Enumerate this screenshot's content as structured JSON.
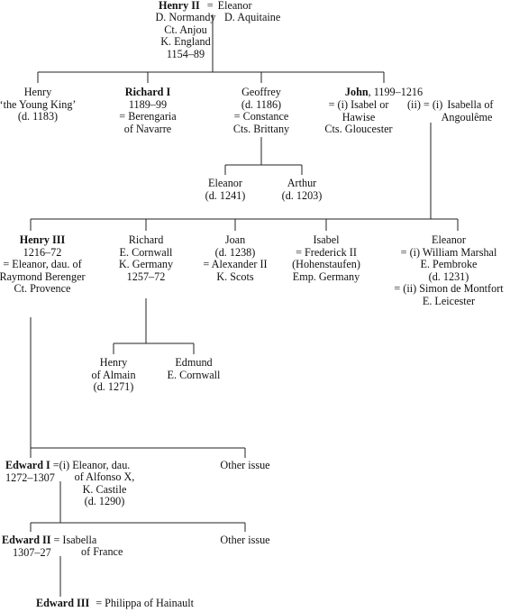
{
  "nodes": {
    "henry2": {
      "name": "Henry II",
      "eq": "=",
      "spouse": "Eleanor",
      "lines": [
        "D. Normandy",
        "Ct. Anjou",
        "K. England",
        "1154–89"
      ],
      "spouse_lines": [
        "D. Aquitaine"
      ]
    },
    "henry_young": {
      "lines": [
        "Henry",
        "‘the Young King’",
        "(d. 1183)"
      ]
    },
    "richard1": {
      "name": "Richard I",
      "lines": [
        "1189–99",
        "= Berengaria",
        "of Navarre"
      ]
    },
    "geoffrey": {
      "lines": [
        "Geoffrey",
        "(d. 1186)",
        "= Constance",
        "Cts. Brittany"
      ]
    },
    "john": {
      "name": "John",
      "dates": ", 1199–1216",
      "lines": [
        "= (i) Isabel or",
        "Hawise",
        "Cts. Gloucester"
      ]
    },
    "isabella_ang": {
      "prefix": "(ii) = (i)",
      "lines": [
        "Isabella of",
        "Angoulême"
      ]
    },
    "eleanor_g": {
      "lines": [
        "Eleanor",
        "(d. 1241)"
      ]
    },
    "arthur": {
      "lines": [
        "Arthur",
        "(d. 1203)"
      ]
    },
    "henry3": {
      "name": "Henry III",
      "lines": [
        "1216–72",
        "= Eleanor, dau. of",
        "Raymond Berenger",
        "Ct. Provence"
      ]
    },
    "richard_c": {
      "lines": [
        "Richard",
        "E. Cornwall",
        "K. Germany",
        "1257–72"
      ]
    },
    "joan": {
      "lines": [
        "Joan",
        "(d. 1238)",
        "= Alexander II",
        "K. Scots"
      ]
    },
    "isabel": {
      "lines": [
        "Isabel",
        "= Frederick II",
        "(Hohenstaufen)",
        "Emp. Germany"
      ]
    },
    "eleanor_j": {
      "lines": [
        "Eleanor",
        "= (i) William Marshal",
        "E. Pembroke",
        "(d. 1231)",
        "= (ii) Simon de Montfort",
        "E. Leicester"
      ]
    },
    "henry_almain": {
      "lines": [
        "Henry",
        "of Almain",
        "(d. 1271)"
      ]
    },
    "edmund": {
      "lines": [
        "Edmund",
        "E. Cornwall"
      ]
    },
    "edward1": {
      "name": "Edward I",
      "eq": "=",
      "spouse": "(i) Eleanor, dau.",
      "dates": "1272–1307",
      "spouse_lines": [
        "of Alfonso X,",
        "K. Castile",
        "(d. 1290)"
      ]
    },
    "other1": {
      "lines": [
        "Other issue"
      ]
    },
    "edward2": {
      "name": "Edward II",
      "eq": "=",
      "spouse": "Isabella",
      "dates": "1307–27",
      "spouse_lines": [
        "of France"
      ]
    },
    "other2": {
      "lines": [
        "Other issue"
      ]
    },
    "edward3": {
      "name": "Edward III",
      "eq": "=",
      "spouse": "Philippa of Hainault"
    }
  }
}
